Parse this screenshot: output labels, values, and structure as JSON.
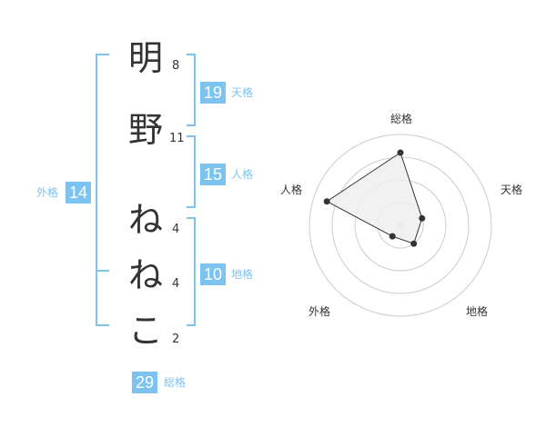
{
  "colors": {
    "accent": "#7cc3f2",
    "text": "#333333",
    "grid": "#cccccc",
    "polygon_fill": "#eeeeee",
    "polygon_stroke": "#333333"
  },
  "name": {
    "chars": [
      {
        "char": "明",
        "strokes": "8"
      },
      {
        "char": "野",
        "strokes": "11"
      },
      {
        "char": "ね",
        "strokes": "4"
      },
      {
        "char": "ね",
        "strokes": "4"
      },
      {
        "char": "こ",
        "strokes": "2"
      }
    ]
  },
  "kaku": {
    "tenkaku": {
      "value": "19",
      "label": "天格"
    },
    "jinkaku": {
      "value": "15",
      "label": "人格"
    },
    "chikaku": {
      "value": "10",
      "label": "地格"
    },
    "gaikaku": {
      "value": "14",
      "label": "外格"
    },
    "soukaku": {
      "value": "29",
      "label": "総格"
    }
  },
  "chart_data": {
    "type": "radar",
    "axes": [
      "総格",
      "天格",
      "地格",
      "外格",
      "人格"
    ],
    "values": [
      0.8,
      0.25,
      0.25,
      0.15,
      0.85
    ],
    "rings": 4,
    "max": 1
  }
}
